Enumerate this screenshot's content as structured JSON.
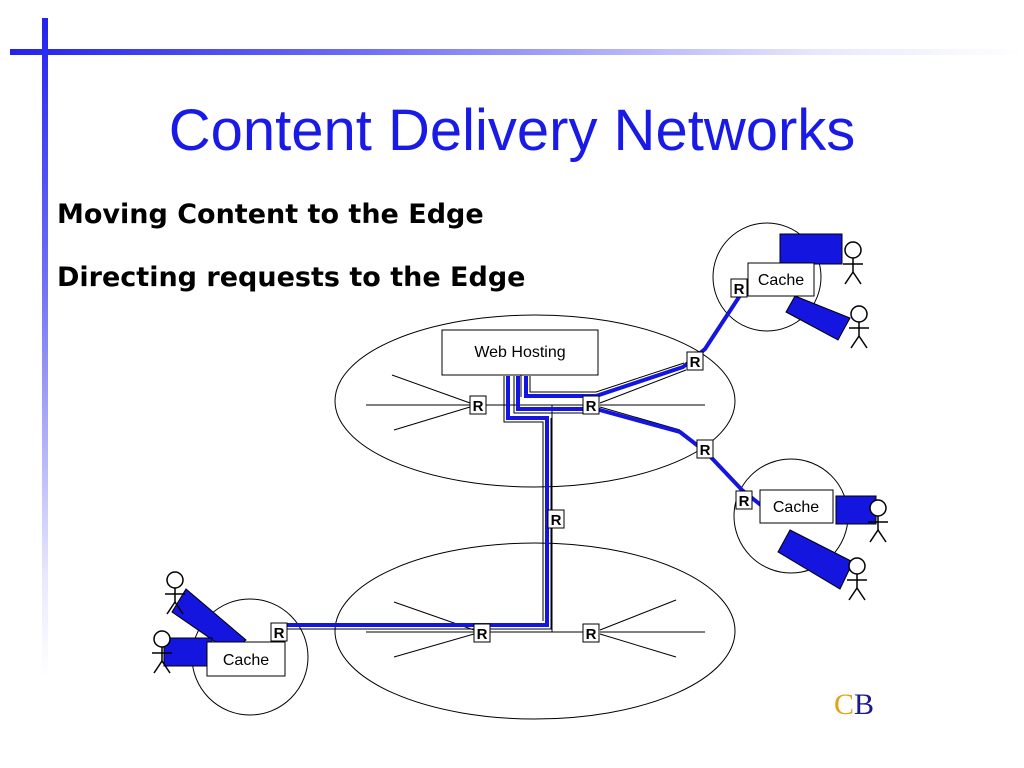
{
  "slide": {
    "title": "Content Delivery Networks",
    "bullets": [
      "Moving Content to the Edge",
      "Directing requests to the Edge"
    ]
  },
  "diagram": {
    "web_hosting_label": "Web Hosting",
    "cache_label": "Cache",
    "router_label": "R"
  },
  "logo": {
    "first": "C",
    "second": "B"
  },
  "colors": {
    "accent": "#1a1ae6",
    "path": "#1515e0",
    "logo_c": "#e0a31a",
    "logo_b": "#1a1a8a"
  }
}
